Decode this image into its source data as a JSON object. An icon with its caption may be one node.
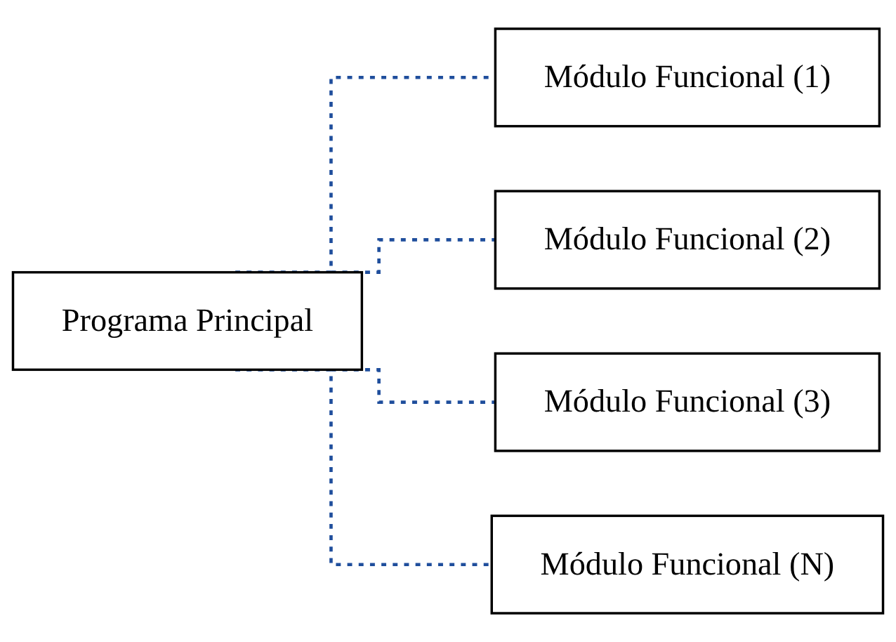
{
  "diagram": {
    "nodes": [
      {
        "text": [
          "Programa Principal"
        ]
      },
      {
        "text": [
          "Módulo Funcional (1)"
        ]
      },
      {
        "text": [
          "Módulo Funcional (2)"
        ]
      },
      {
        "text": [
          "Módulo Funcional (3)"
        ]
      },
      {
        "text": [
          "Módulo Funcional (N)"
        ]
      }
    ],
    "edges": [
      {
        "from": 0,
        "to": 1,
        "arrow": "none",
        "style": "dashed"
      },
      {
        "from": 0,
        "to": 2,
        "arrow": "none",
        "style": "dashed"
      },
      {
        "from": 0,
        "to": 3,
        "arrow": "none",
        "style": "dashed"
      },
      {
        "from": 0,
        "to": 4,
        "arrow": "none",
        "style": "dashed"
      }
    ]
  }
}
